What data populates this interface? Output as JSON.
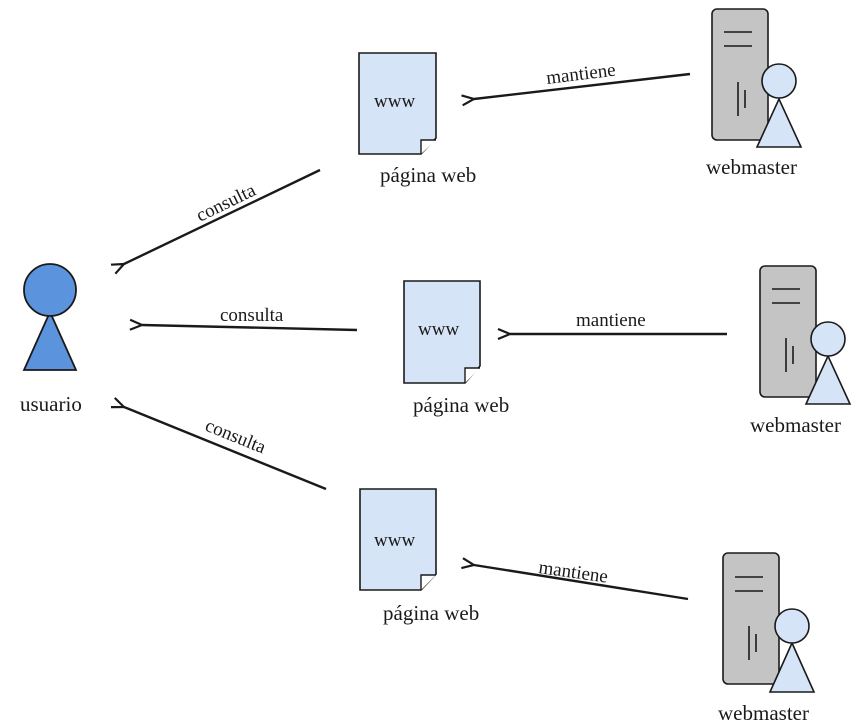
{
  "colors": {
    "user_fill": "#5b93dd",
    "page_fill": "#d6e4f7",
    "webmaster_fill": "#d6e4f7",
    "server_fill": "#c4c4c4",
    "stroke": "#1a1a1a"
  },
  "nodes": {
    "usuario": {
      "label": "usuario",
      "icon": "user-actor-icon"
    },
    "pages": [
      {
        "label": "página web",
        "content": "www",
        "icon": "web-page-icon"
      },
      {
        "label": "página web",
        "content": "www",
        "icon": "web-page-icon"
      },
      {
        "label": "página web",
        "content": "www",
        "icon": "web-page-icon"
      }
    ],
    "webmasters": [
      {
        "label": "webmaster",
        "icon": "server-with-user-icon"
      },
      {
        "label": "webmaster",
        "icon": "server-with-user-icon"
      },
      {
        "label": "webmaster",
        "icon": "server-with-user-icon"
      }
    ]
  },
  "edges": {
    "consulta": [
      {
        "from": "página web 1",
        "to": "usuario",
        "label": "consulta"
      },
      {
        "from": "página web 2",
        "to": "usuario",
        "label": "consulta"
      },
      {
        "from": "página web 3",
        "to": "usuario",
        "label": "consulta"
      }
    ],
    "mantiene": [
      {
        "from": "webmaster 1",
        "to": "página web 1",
        "label": "mantiene"
      },
      {
        "from": "webmaster 2",
        "to": "página web 2",
        "label": "mantiene"
      },
      {
        "from": "webmaster 3",
        "to": "página web 3",
        "label": "mantiene"
      }
    ]
  }
}
